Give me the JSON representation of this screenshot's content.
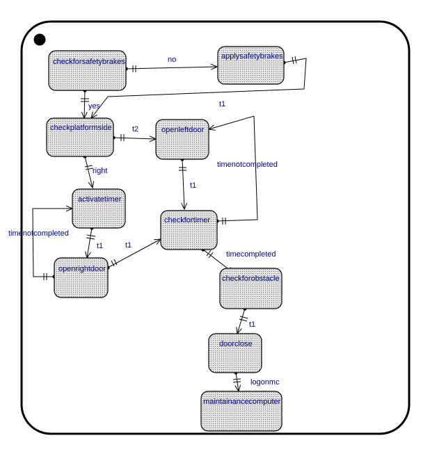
{
  "states": {
    "checkforsafetybrakes": "checkforsafetybrakes",
    "applysafetybrakes": "applysafetybrakes",
    "checkplatformside": "checkplatformside",
    "openleftdoor": "openleftdoor",
    "activatetimer": "activatetimer",
    "checkfortimer": "checkfortimer",
    "openrightdoor": "openrightdoor",
    "checkforobstacle": "checkforobstacle",
    "doorclose": "doorclose",
    "maintainancecomputer": "maintainancecomputer"
  },
  "transitions": {
    "no": "no",
    "yes": "yes",
    "t1_brakes": "t1",
    "t2": "t2",
    "right": "right",
    "timenotcompleted_left": "timenotcompleted",
    "timenotcompleted_right": "timenotcompleted",
    "t1_leftdoor": "t1",
    "t1_activate": "t1",
    "t1_rightdoor": "t1",
    "timecompleted": "timecompleted",
    "t1_obstacle": "t1",
    "logonmc": "logonmc"
  }
}
